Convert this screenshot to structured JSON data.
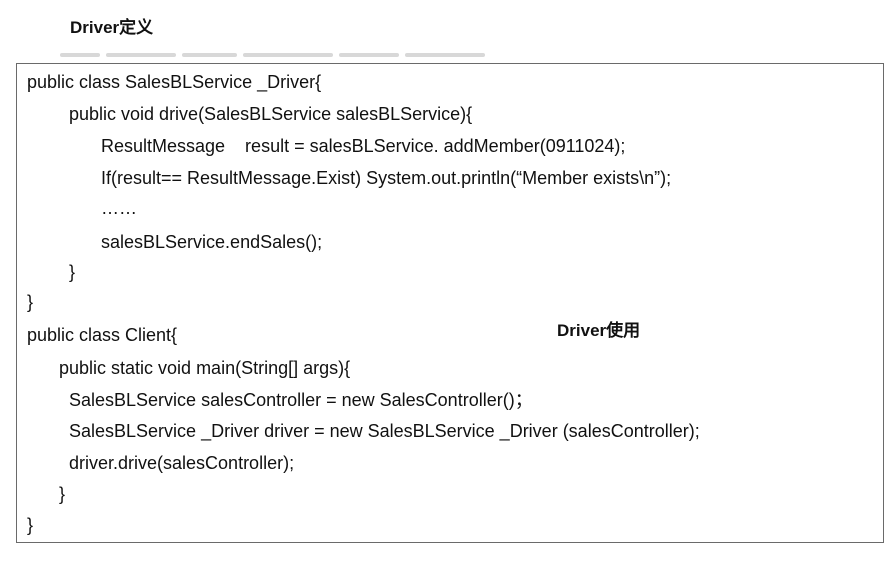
{
  "headings": {
    "definition": "Driver定义",
    "usage": "Driver使用"
  },
  "code": {
    "lines": [
      "public class SalesBLService _Driver{",
      "public void drive(SalesBLService salesBLService){",
      "ResultMessage    result = salesBLService. addMember(0911024);",
      "If(result== ResultMessage.Exist) System.out.println(“Member exists\\n”);",
      "……",
      "salesBLService.endSales();",
      "}",
      "}",
      "public class Client{",
      "public static void main(String[] args){",
      "SalesBLService salesController = new SalesController()；",
      "SalesBLService _Driver driver = new SalesBLService _Driver (salesController);",
      "driver.drive(salesController);",
      "}",
      "}"
    ]
  }
}
